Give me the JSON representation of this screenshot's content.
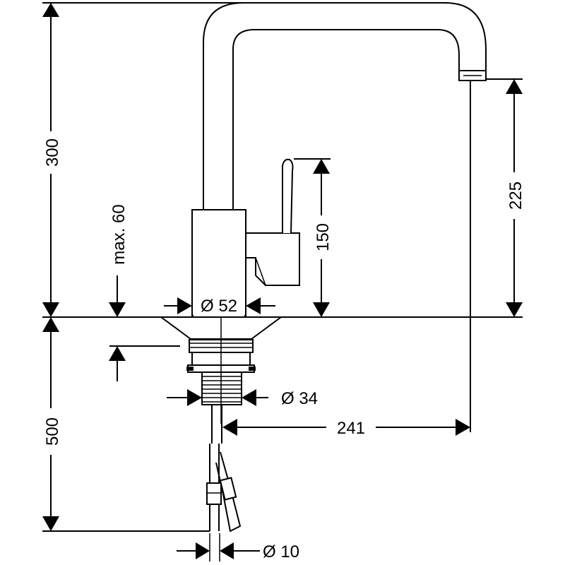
{
  "dimensions": {
    "height_above_deck": "300",
    "spout_clearance": "225",
    "lever_height": "150",
    "max_deck_thickness": "max. 60",
    "base_diameter": "Ø 52",
    "shank_diameter": "Ø 34",
    "spout_reach": "241",
    "hose_length": "500",
    "hose_diameter": "Ø 10"
  }
}
